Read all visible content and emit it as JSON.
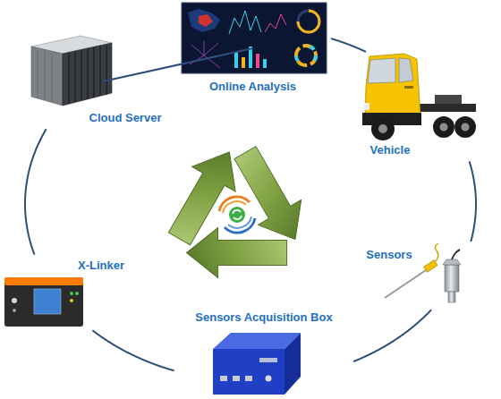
{
  "diagram": {
    "nodes": [
      {
        "text": [
          "Online Analysis"
        ]
      },
      {
        "text": [
          "Cloud Server"
        ]
      },
      {
        "text": [
          "Vehicle"
        ]
      },
      {
        "text": [
          "Sensors"
        ]
      },
      {
        "text": [
          "X-Linker"
        ]
      },
      {
        "text": [
          "Sensors Acquisition Box"
        ]
      }
    ],
    "edges": [
      {
        "from": 1,
        "to": 0,
        "arrow": "none"
      },
      {
        "from": 0,
        "to": 2,
        "arrow": "none"
      },
      {
        "from": 2,
        "to": 3,
        "arrow": "none"
      },
      {
        "from": 3,
        "to": 5,
        "arrow": "none"
      },
      {
        "from": 5,
        "to": 4,
        "arrow": "none"
      },
      {
        "from": 4,
        "to": 1,
        "arrow": "none"
      }
    ]
  }
}
